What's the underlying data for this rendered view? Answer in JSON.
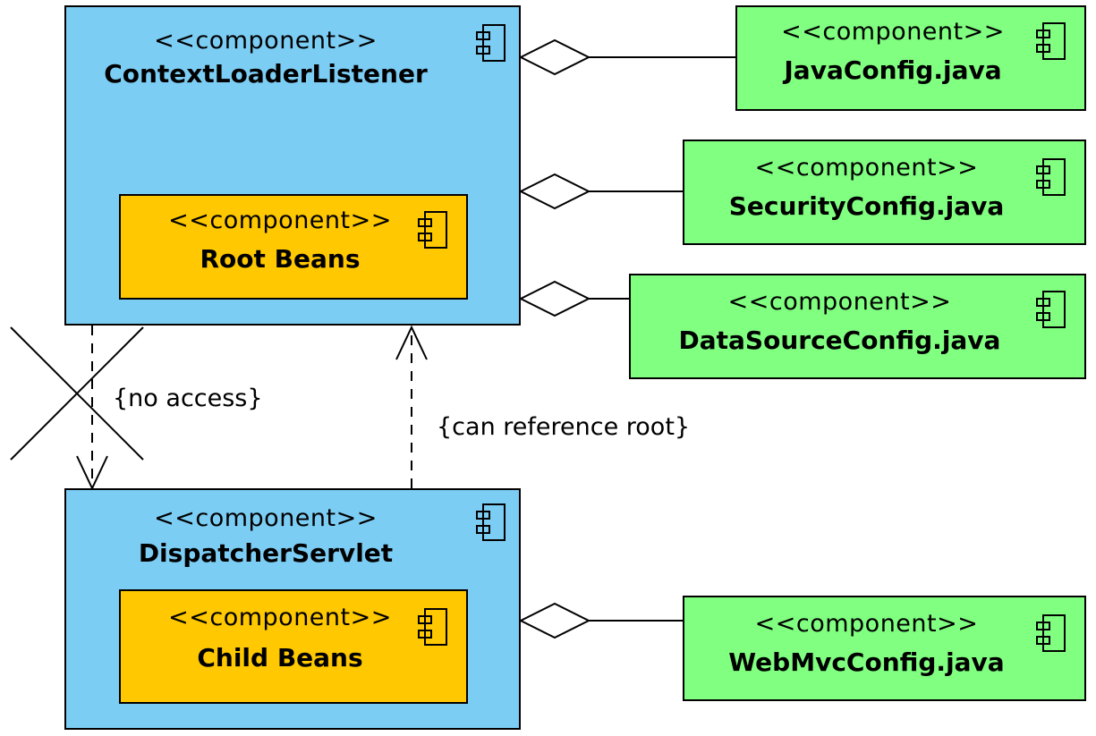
{
  "stereotype": "<<component>>",
  "components": {
    "context_loader": {
      "name": "ContextLoaderListener"
    },
    "root_beans": {
      "name": "Root Beans"
    },
    "dispatcher": {
      "name": "DispatcherServlet"
    },
    "child_beans": {
      "name": "Child Beans"
    },
    "java_config": {
      "name": "JavaConfig.java"
    },
    "security_config": {
      "name": "SecurityConfig.java"
    },
    "datasource_config": {
      "name": "DataSourceConfig.java"
    },
    "webmvc_config": {
      "name": "WebMvcConfig.java"
    }
  },
  "labels": {
    "no_access": "{no access}",
    "can_reference": "{can reference root}"
  },
  "colors": {
    "container": "#7ccdf4",
    "beans": "#ffc800",
    "config": "#80ff80"
  }
}
